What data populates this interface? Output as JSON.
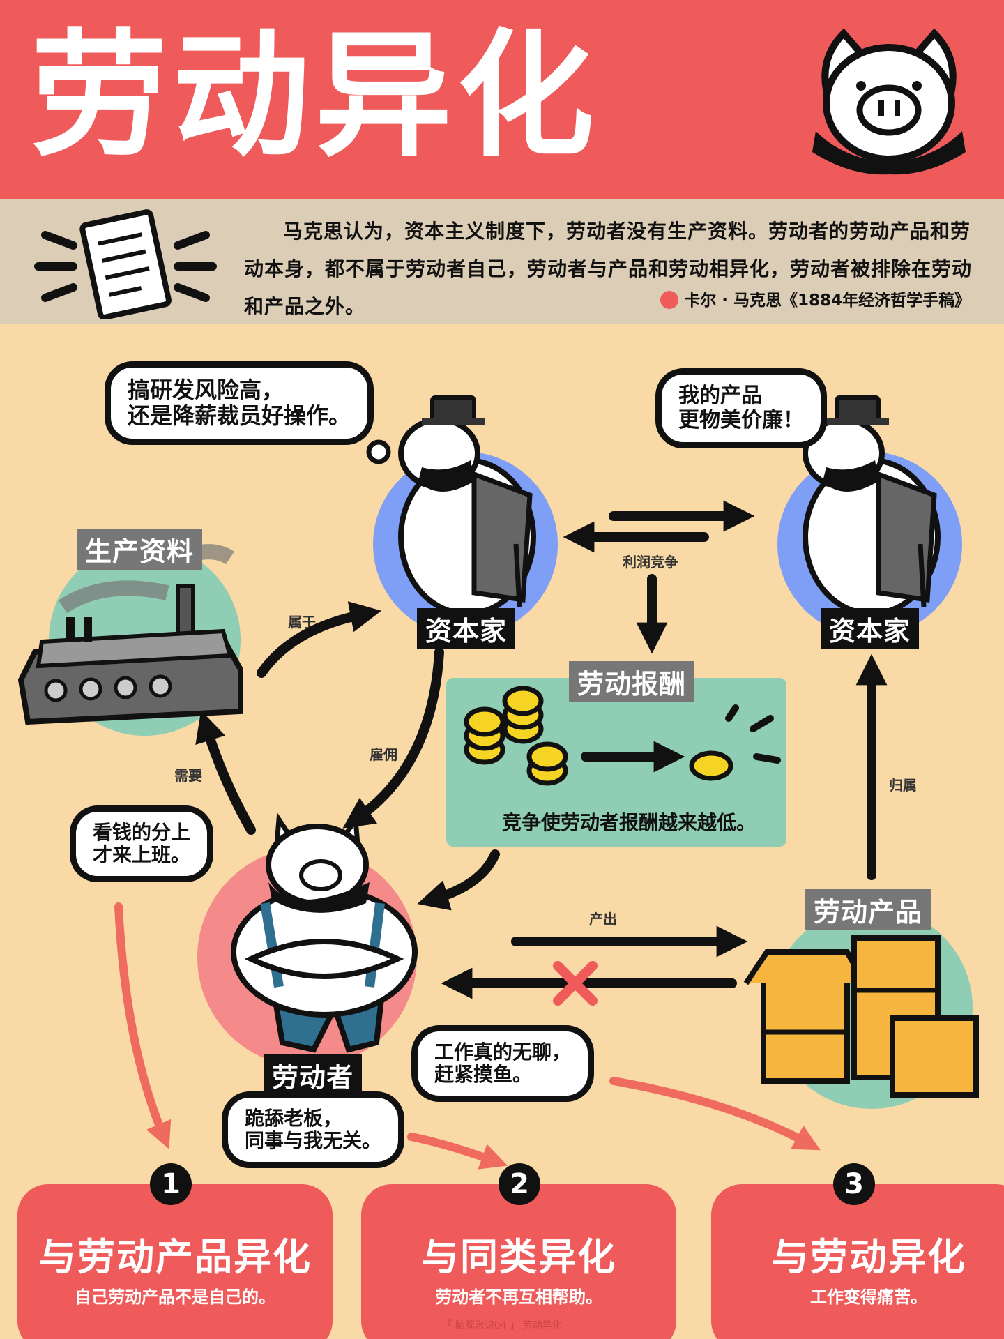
{
  "title": "劳动异化",
  "quote": {
    "text": "马克思认为，资本主义制度下，劳动者没有生产资料。劳动者的劳动产品和劳动本身，都不属于劳动者自己，劳动者与产品和劳动相异化，劳动者被排除在劳动和产品之外。",
    "source": "卡尔 · 马克思《1884年经济哲学手稿》"
  },
  "nodes": {
    "means": "生产资料",
    "capitalist1": "资本家",
    "capitalist2": "资本家",
    "wage": "劳动报酬",
    "worker": "劳动者",
    "product": "劳动产品"
  },
  "edges": {
    "belongs": "属于",
    "profit": "利润竞争",
    "hire": "雇佣",
    "need": "需要",
    "owned": "归属",
    "produce": "产出"
  },
  "bubbles": {
    "capitalist1": "搞研发风险高，\n还是降薪裁员好操作。",
    "capitalist2": "我的产品\n更物美价廉！",
    "worker_money": "看钱的分上\n才来上班。",
    "worker_flatter": "跪舔老板，\n同事与我无关。",
    "worker_bored": "工作真的无聊，\n赶紧摸鱼。"
  },
  "wage_caption": "竞争使劳动者报酬越来越低。",
  "cards": [
    {
      "num": "1",
      "title": "与劳动产品异化",
      "sub": "自己劳动产品不是自己的。"
    },
    {
      "num": "2",
      "title": "与同类异化",
      "sub": "劳动者不再互相帮助。"
    },
    {
      "num": "3",
      "title": "与劳动异化",
      "sub": "工作变得痛苦。"
    }
  ],
  "footer": "「 脑豚常识04 」 劳动异化",
  "colors": {
    "red": "#ef5b5b",
    "cream": "#f9d9a6",
    "teal": "#8fcdb5",
    "blue": "#7f9ef5",
    "pink": "#f48a8a"
  }
}
